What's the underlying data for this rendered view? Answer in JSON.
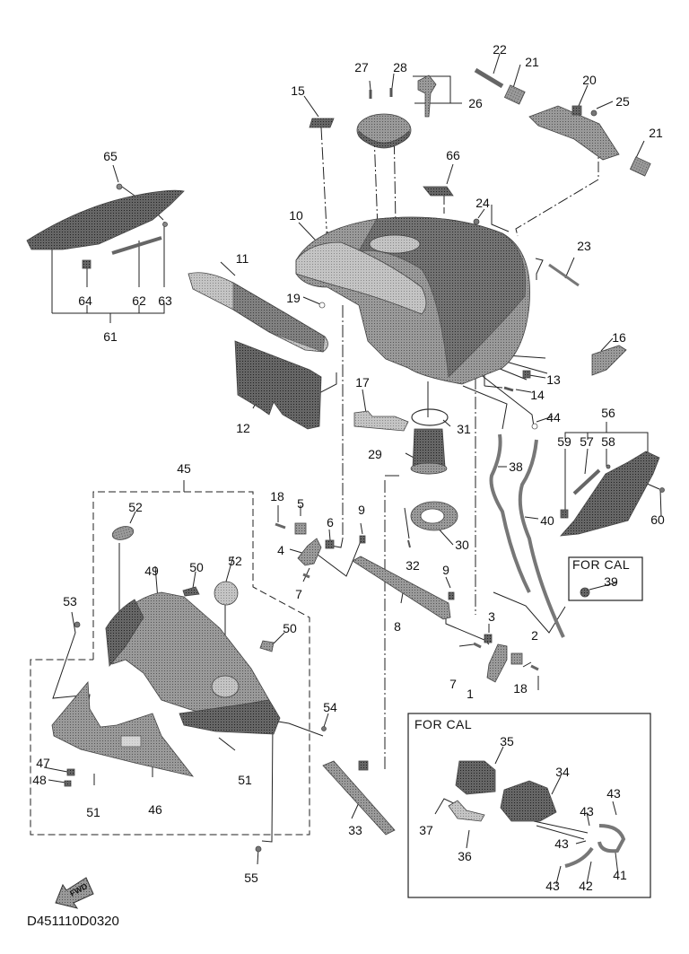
{
  "diagram": {
    "title": "Fuel tank exploded parts diagram",
    "drawing_code": "D451110D0320",
    "direction_marker": "FWD",
    "inset_boxes": [
      {
        "label": "FOR CAL",
        "parts": [
          "34",
          "35",
          "36",
          "37",
          "41",
          "42",
          "43"
        ]
      },
      {
        "label": "FOR CAL",
        "parts": [
          "39"
        ]
      }
    ],
    "assemblies": [
      {
        "ref": "26",
        "includes": [
          "key",
          "fuel cap"
        ]
      },
      {
        "ref": "45",
        "includes": [
          "46",
          "47",
          "48",
          "49",
          "50",
          "51",
          "52",
          "53",
          "54"
        ]
      },
      {
        "ref": "56",
        "includes": [
          "57",
          "58",
          "59"
        ]
      },
      {
        "ref": "61",
        "includes": [
          "62",
          "63",
          "64"
        ]
      }
    ],
    "callouts": {
      "c1": "1",
      "c2": "2",
      "c3": "3",
      "c4": "4",
      "c5": "5",
      "c6": "6",
      "c7a": "7",
      "c7b": "7",
      "c8": "8",
      "c9a": "9",
      "c9b": "9",
      "c10": "10",
      "c11": "11",
      "c12": "12",
      "c13": "13",
      "c14": "14",
      "c15": "15",
      "c16": "16",
      "c17": "17",
      "c18a": "18",
      "c18b": "18",
      "c19": "19",
      "c20": "20",
      "c21a": "21",
      "c21b": "21",
      "c22": "22",
      "c23": "23",
      "c24": "24",
      "c25": "25",
      "c26": "26",
      "c27": "27",
      "c28": "28",
      "c29": "29",
      "c30": "30",
      "c31": "31",
      "c32": "32",
      "c33": "33",
      "c34": "34",
      "c35": "35",
      "c36": "36",
      "c37": "37",
      "c38": "38",
      "c39": "39",
      "c40": "40",
      "c41": "41",
      "c42": "42",
      "c43a": "43",
      "c43b": "43",
      "c43c": "43",
      "c43d": "43",
      "c44": "44",
      "c45": "45",
      "c46": "46",
      "c47": "47",
      "c48": "48",
      "c49": "49",
      "c50a": "50",
      "c50b": "50",
      "c51a": "51",
      "c51b": "51",
      "c52a": "52",
      "c52b": "52",
      "c53": "53",
      "c54": "54",
      "c55": "55",
      "c56": "56",
      "c57": "57",
      "c58": "58",
      "c59": "59",
      "c60": "60",
      "c61": "61",
      "c62": "62",
      "c63": "63",
      "c64": "64",
      "c65": "65",
      "c66": "66"
    }
  }
}
